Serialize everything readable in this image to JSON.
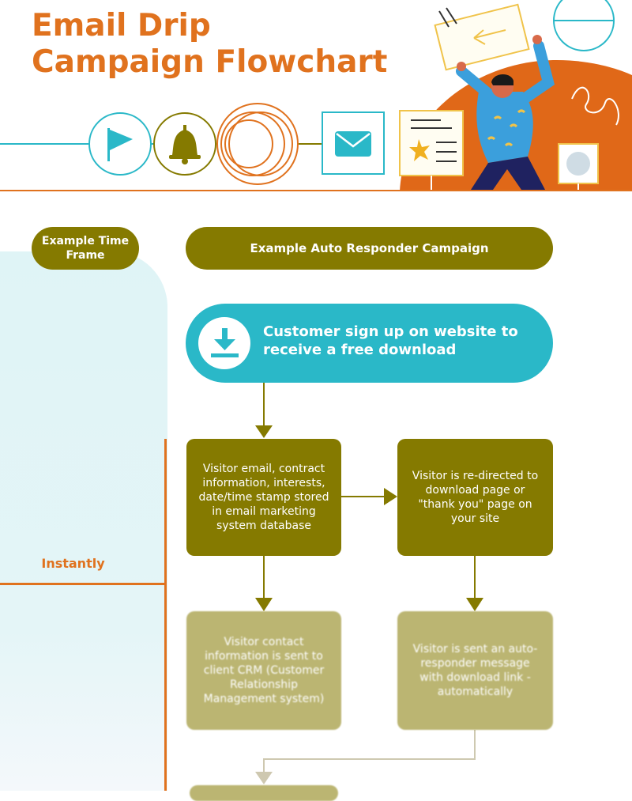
{
  "header": {
    "title_line1": "Email Drip",
    "title_line2": "Campaign Flowchart",
    "icons": [
      "flag-icon",
      "bell-icon",
      "rings-icon",
      "envelope-icon"
    ]
  },
  "columns": {
    "time_frame_label": "Example Time Frame",
    "campaign_label": "Example Auto Responder Campaign"
  },
  "flow": {
    "start": "Customer sign up on website to receive a free download",
    "steps": [
      "Visitor email, contract information, interests, date/time stamp stored in email marketing system database",
      "Visitor is re-directed to download page or \"thank you\" page on your site",
      "Visitor contact information is sent to client CRM (Customer Relationship Management system)",
      "Visitor is sent an auto-responder message with download link - automatically"
    ]
  },
  "timeline": {
    "instantly": "Instantly"
  },
  "colors": {
    "accent_orange": "#e0721e",
    "olive": "#857a00",
    "teal": "#2ab8c8",
    "light_blue_bg": "#dff4f6"
  }
}
